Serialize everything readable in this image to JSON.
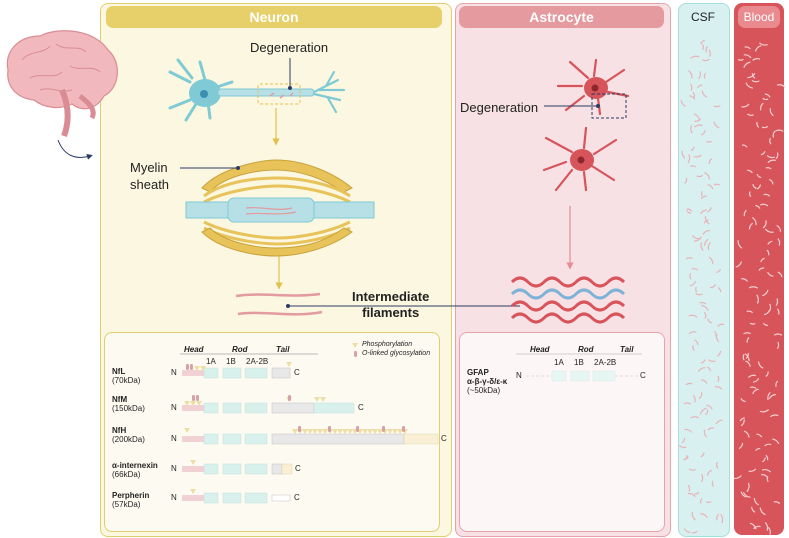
{
  "panels": {
    "neuron": "Neuron",
    "astrocyte": "Astrocyte",
    "csf": "CSF",
    "blood": "Blood"
  },
  "labels": {
    "neuron_degeneration": "Degeneration",
    "astro_degeneration": "Degeneration",
    "myelin_sheath": "Myelin\nsheath",
    "intermediate_filaments": "Intermediate\nfilaments"
  },
  "domains": {
    "head": "Head",
    "rod": "Rod",
    "tail": "Tail",
    "d1a": "1A",
    "d1b": "1B",
    "d2a2b": "2A-2B",
    "n_term": "N",
    "c_term": "C"
  },
  "legend": {
    "phosphorylation": "Phosphorylation",
    "glycosylation": "O-linked glycosylation"
  },
  "proteins": [
    {
      "name": "NfL",
      "kda": "(70kDa)"
    },
    {
      "name": "NfM",
      "kda": "(150kDa)"
    },
    {
      "name": "NfH",
      "kda": "(200kDa)"
    },
    {
      "name": "α-internexin",
      "kda": "(66kDa)"
    },
    {
      "name": "Perpherin",
      "kda": "(57kDa)"
    }
  ],
  "gfap": {
    "name": "GFAP",
    "isoforms": "α-β-γ-δ/ε-κ",
    "kda": "(~50kDa)"
  },
  "colors": {
    "neuron_header": "#e7cf6a",
    "neuron_panel": "#fbf7e0",
    "neuron_border": "#e2cd6e",
    "astro_header": "#e59aa0",
    "astro_panel": "#f7e1e4",
    "astro_border": "#e7a3aa",
    "csf_panel": "#d8f0f0",
    "csf_border": "#a9dede",
    "blood_panel": "#d6545a",
    "rod_domain": "#a9e1d5",
    "head_domain": "#e39aa0",
    "tail_grey": "#cccccc",
    "phospho": "#d8b63a",
    "glyco": "#a7323d"
  }
}
